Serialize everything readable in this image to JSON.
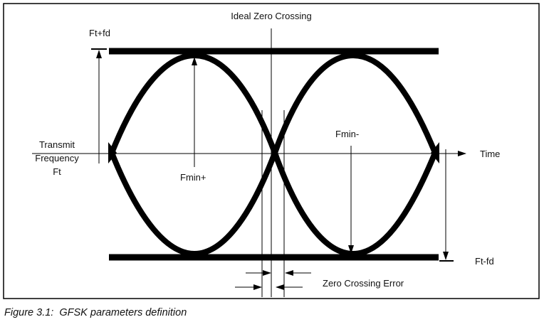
{
  "figure": {
    "caption": "Figure 3.1:  GFSK parameters definition",
    "labels": {
      "ideal_zero_crossing": "Ideal Zero Crossing",
      "ft_plus_fd": "Ft+fd",
      "transmit_frequency_lines": [
        "Transmit",
        "Frequency",
        "Ft"
      ],
      "time": "Time",
      "fmin_plus": "Fmin+",
      "fmin_minus": "Fmin-",
      "ft_minus_fd": "Ft-fd",
      "zero_crossing_error": "Zero Crossing Error"
    }
  }
}
